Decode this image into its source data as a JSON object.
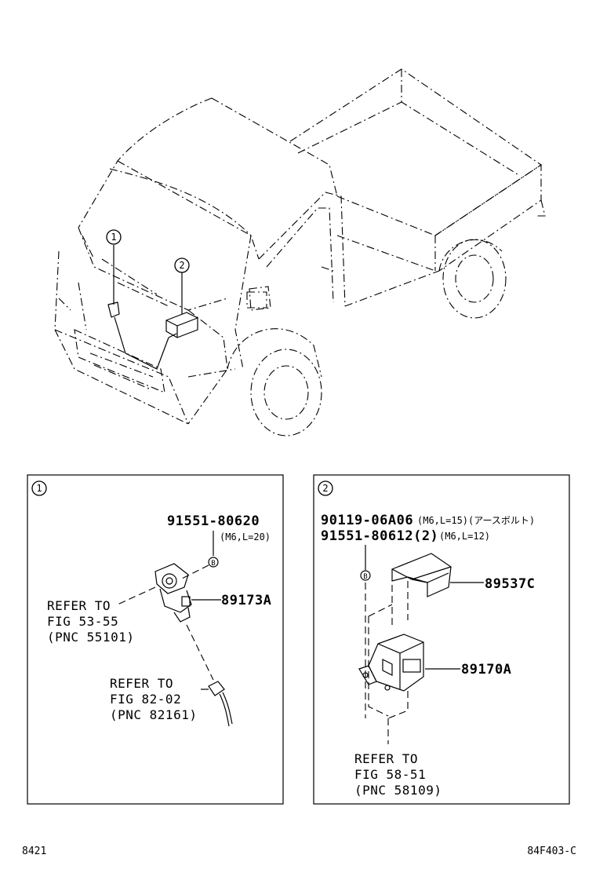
{
  "callouts": {
    "one": "1",
    "two": "2"
  },
  "panel1": {
    "bolt_part": "91551-80620",
    "bolt_spec": "(M6,L=20)",
    "b_marker": "B",
    "sensor_part": "89173A",
    "refer_a": [
      "REFER TO",
      "FIG 53-55",
      "(PNC 55101)"
    ],
    "refer_b": [
      "REFER TO",
      "FIG 82-02",
      "(PNC 82161)"
    ]
  },
  "panel2": {
    "bolt1_part": "90119-06A06",
    "bolt1_spec": "(M6,L=15)(アースボルト)",
    "bolt2_part": "91551-80612(2)",
    "bolt2_spec": "(M6,L=12)",
    "b_marker": "B",
    "cover_part": "89537C",
    "ecu_part": "89170A",
    "refer": [
      "REFER TO",
      "FIG 58-51",
      "(PNC 58109)"
    ]
  },
  "footer": {
    "left": "8421",
    "right": "84F403-C"
  }
}
